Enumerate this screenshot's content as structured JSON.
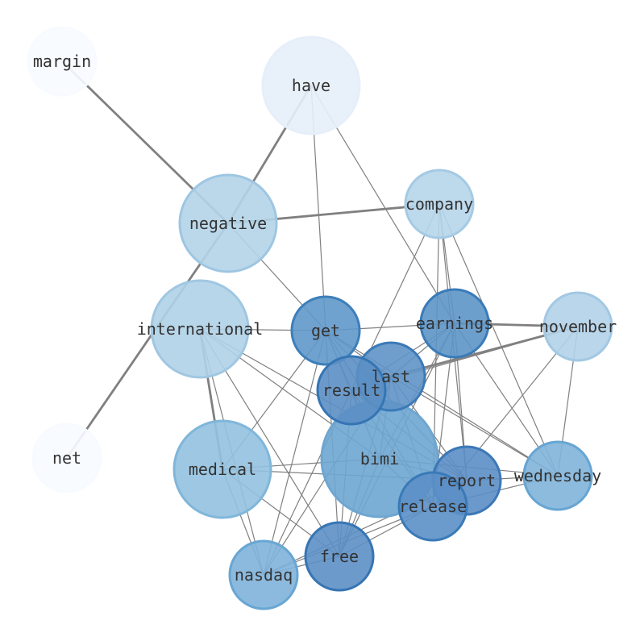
{
  "nodes": [
    {
      "id": "margin",
      "label": "margin",
      "color": "#f7fbff",
      "stroke": "#f7fbff"
    },
    {
      "id": "have",
      "label": "have",
      "color": "#e6eff9",
      "stroke": "#e6eff9"
    },
    {
      "id": "negative",
      "label": "negative",
      "color": "#b4d4e9",
      "stroke": "#9ec6e2"
    },
    {
      "id": "company",
      "label": "company",
      "color": "#b6d5ea",
      "stroke": "#a5cae4"
    },
    {
      "id": "international",
      "label": "international",
      "color": "#b0d1e7",
      "stroke": "#a0c7e2"
    },
    {
      "id": "get",
      "label": "get",
      "color": "#6198ca",
      "stroke": "#3d7fba"
    },
    {
      "id": "earnings",
      "label": "earnings",
      "color": "#5d95c8",
      "stroke": "#3a7bb8"
    },
    {
      "id": "november",
      "label": "november",
      "color": "#b2d2e8",
      "stroke": "#a2c8e3"
    },
    {
      "id": "last",
      "label": "last",
      "color": "#5f93c6",
      "stroke": "#3b7ab7"
    },
    {
      "id": "result",
      "label": "result",
      "color": "#5b8fc4",
      "stroke": "#3575b4"
    },
    {
      "id": "net",
      "label": "net",
      "color": "#f7fbff",
      "stroke": "#f7fbff"
    },
    {
      "id": "medical",
      "label": "medical",
      "color": "#92c1df",
      "stroke": "#80b6da"
    },
    {
      "id": "bimi",
      "label": "bimi",
      "color": "#6ea6d1",
      "stroke": "#6ea6d1"
    },
    {
      "id": "wednesday",
      "label": "wednesday",
      "color": "#80b4da",
      "stroke": "#67a5d3"
    },
    {
      "id": "report",
      "label": "report",
      "color": "#5b8ec5",
      "stroke": "#3c78b7"
    },
    {
      "id": "release",
      "label": "release",
      "color": "#5b8fc6",
      "stroke": "#3a7ab8"
    },
    {
      "id": "free",
      "label": "free",
      "color": "#5c8fc5",
      "stroke": "#3775b4"
    },
    {
      "id": "nasdaq",
      "label": "nasdaq",
      "color": "#80b3da",
      "stroke": "#68a6d3"
    }
  ],
  "edges": [
    [
      "margin",
      "negative",
      "thick"
    ],
    [
      "have",
      "negative",
      "thick"
    ],
    [
      "negative",
      "net",
      "thick"
    ],
    [
      "negative",
      "company",
      "thick"
    ],
    [
      "international",
      "medical",
      "thick"
    ],
    [
      "earnings",
      "november",
      "thick"
    ],
    [
      "november",
      "last",
      "thick"
    ],
    [
      "have",
      "get",
      "thin"
    ],
    [
      "have",
      "earnings",
      "thin"
    ],
    [
      "negative",
      "get",
      "thin"
    ],
    [
      "company",
      "earnings",
      "thin"
    ],
    [
      "company",
      "wednesday",
      "thin"
    ],
    [
      "company",
      "release",
      "thin"
    ],
    [
      "company",
      "result",
      "thin"
    ],
    [
      "company",
      "report",
      "thin"
    ],
    [
      "international",
      "get",
      "thin"
    ],
    [
      "international",
      "bimi",
      "thin"
    ],
    [
      "international",
      "nasdaq",
      "thin"
    ],
    [
      "international",
      "free",
      "thin"
    ],
    [
      "international",
      "report",
      "thin"
    ],
    [
      "get",
      "earnings",
      "thin"
    ],
    [
      "get",
      "last",
      "thin"
    ],
    [
      "get",
      "result",
      "thin"
    ],
    [
      "get",
      "bimi",
      "thin"
    ],
    [
      "get",
      "release",
      "thin"
    ],
    [
      "get",
      "free",
      "thin"
    ],
    [
      "get",
      "nasdaq",
      "thin"
    ],
    [
      "get",
      "medical",
      "thin"
    ],
    [
      "get",
      "report",
      "thin"
    ],
    [
      "get",
      "wednesday",
      "thin"
    ],
    [
      "earnings",
      "last",
      "thin"
    ],
    [
      "earnings",
      "result",
      "thin"
    ],
    [
      "earnings",
      "report",
      "thin"
    ],
    [
      "earnings",
      "release",
      "thin"
    ],
    [
      "earnings",
      "wednesday",
      "thin"
    ],
    [
      "earnings",
      "bimi",
      "thin"
    ],
    [
      "earnings",
      "free",
      "thin"
    ],
    [
      "november",
      "wednesday",
      "thin"
    ],
    [
      "november",
      "release",
      "thin"
    ],
    [
      "november",
      "result",
      "thin"
    ],
    [
      "last",
      "result",
      "thin"
    ],
    [
      "last",
      "bimi",
      "thin"
    ],
    [
      "last",
      "release",
      "thin"
    ],
    [
      "last",
      "report",
      "thin"
    ],
    [
      "last",
      "free",
      "thin"
    ],
    [
      "last",
      "nasdaq",
      "thin"
    ],
    [
      "last",
      "wednesday",
      "thin"
    ],
    [
      "result",
      "bimi",
      "thin"
    ],
    [
      "result",
      "release",
      "thin"
    ],
    [
      "result",
      "report",
      "thin"
    ],
    [
      "result",
      "free",
      "thin"
    ],
    [
      "result",
      "nasdaq",
      "thin"
    ],
    [
      "medical",
      "bimi",
      "thin"
    ],
    [
      "medical",
      "nasdaq",
      "thin"
    ],
    [
      "medical",
      "free",
      "thin"
    ],
    [
      "medical",
      "report",
      "thin"
    ],
    [
      "bimi",
      "release",
      "thin"
    ],
    [
      "bimi",
      "report",
      "thin"
    ],
    [
      "bimi",
      "free",
      "thin"
    ],
    [
      "bimi",
      "wednesday",
      "thin"
    ],
    [
      "report",
      "wednesday",
      "thin"
    ],
    [
      "report",
      "release",
      "thin"
    ],
    [
      "release",
      "free",
      "thin"
    ],
    [
      "release",
      "nasdaq",
      "thin"
    ],
    [
      "release",
      "wednesday",
      "thin"
    ],
    [
      "free",
      "nasdaq",
      "thin"
    ],
    [
      "report",
      "nasdaq",
      "thin"
    ]
  ]
}
